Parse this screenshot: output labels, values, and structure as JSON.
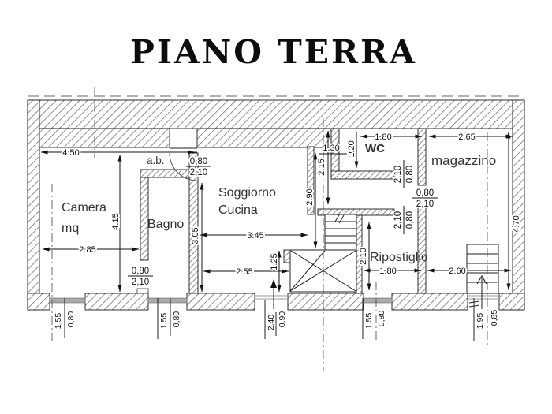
{
  "title": "PIANO TERRA",
  "rooms": {
    "camera_line1": "Camera",
    "camera_line2": "mq",
    "bagno": "Bagno",
    "soggiorno_line1": "Soggiorno",
    "soggiorno_line2": "Cucina",
    "wc": "WC",
    "magazzino": "magazzino",
    "ripostiglio": "Ripostiglio",
    "anteroom": "a.b."
  },
  "dimensions": {
    "camera_top_width": "4.50",
    "camera_height": "4.15",
    "camera_width": "2.85",
    "bagno_height": "3.05",
    "soggiorno_width": "3.45",
    "soggiorno_height": "2.90",
    "soggiorno_bottom_width": "2.55",
    "stair_landing_depth": "1.25",
    "corridor_height": "2.15",
    "wc_offset": "1.30",
    "wc_depth": "1.20",
    "wc_width": "1.80",
    "magazzino_width": "2.65",
    "magazzino_height": "4.70",
    "ripostiglio_height": "2.10",
    "ripostiglio_width": "1.80",
    "magazzino_bottom_width": "2.60"
  },
  "door_labels": {
    "anteroom_door": {
      "numerator": "0,80",
      "denominator": "2,10"
    },
    "bagno_door": {
      "numerator": "0,80",
      "denominator": "2,10"
    },
    "wc_door": {
      "numerator": "0,80",
      "denominator": "2,10"
    },
    "magazzino_door": {
      "numerator": "0,80",
      "denominator": "2,10"
    },
    "ripostiglio_door": {
      "numerator": "0,80",
      "denominator": "2,10"
    }
  },
  "bottom_opening_labels": {
    "camera_window": [
      "1,55",
      "0,80"
    ],
    "bagno_window": [
      "1,55",
      "0,80"
    ],
    "entrance_door": [
      "2,40",
      "0,90"
    ],
    "ripostiglio_window": [
      "1,55",
      "0,80"
    ],
    "magazzino_stair_door": [
      "1,95",
      "0,85"
    ]
  }
}
